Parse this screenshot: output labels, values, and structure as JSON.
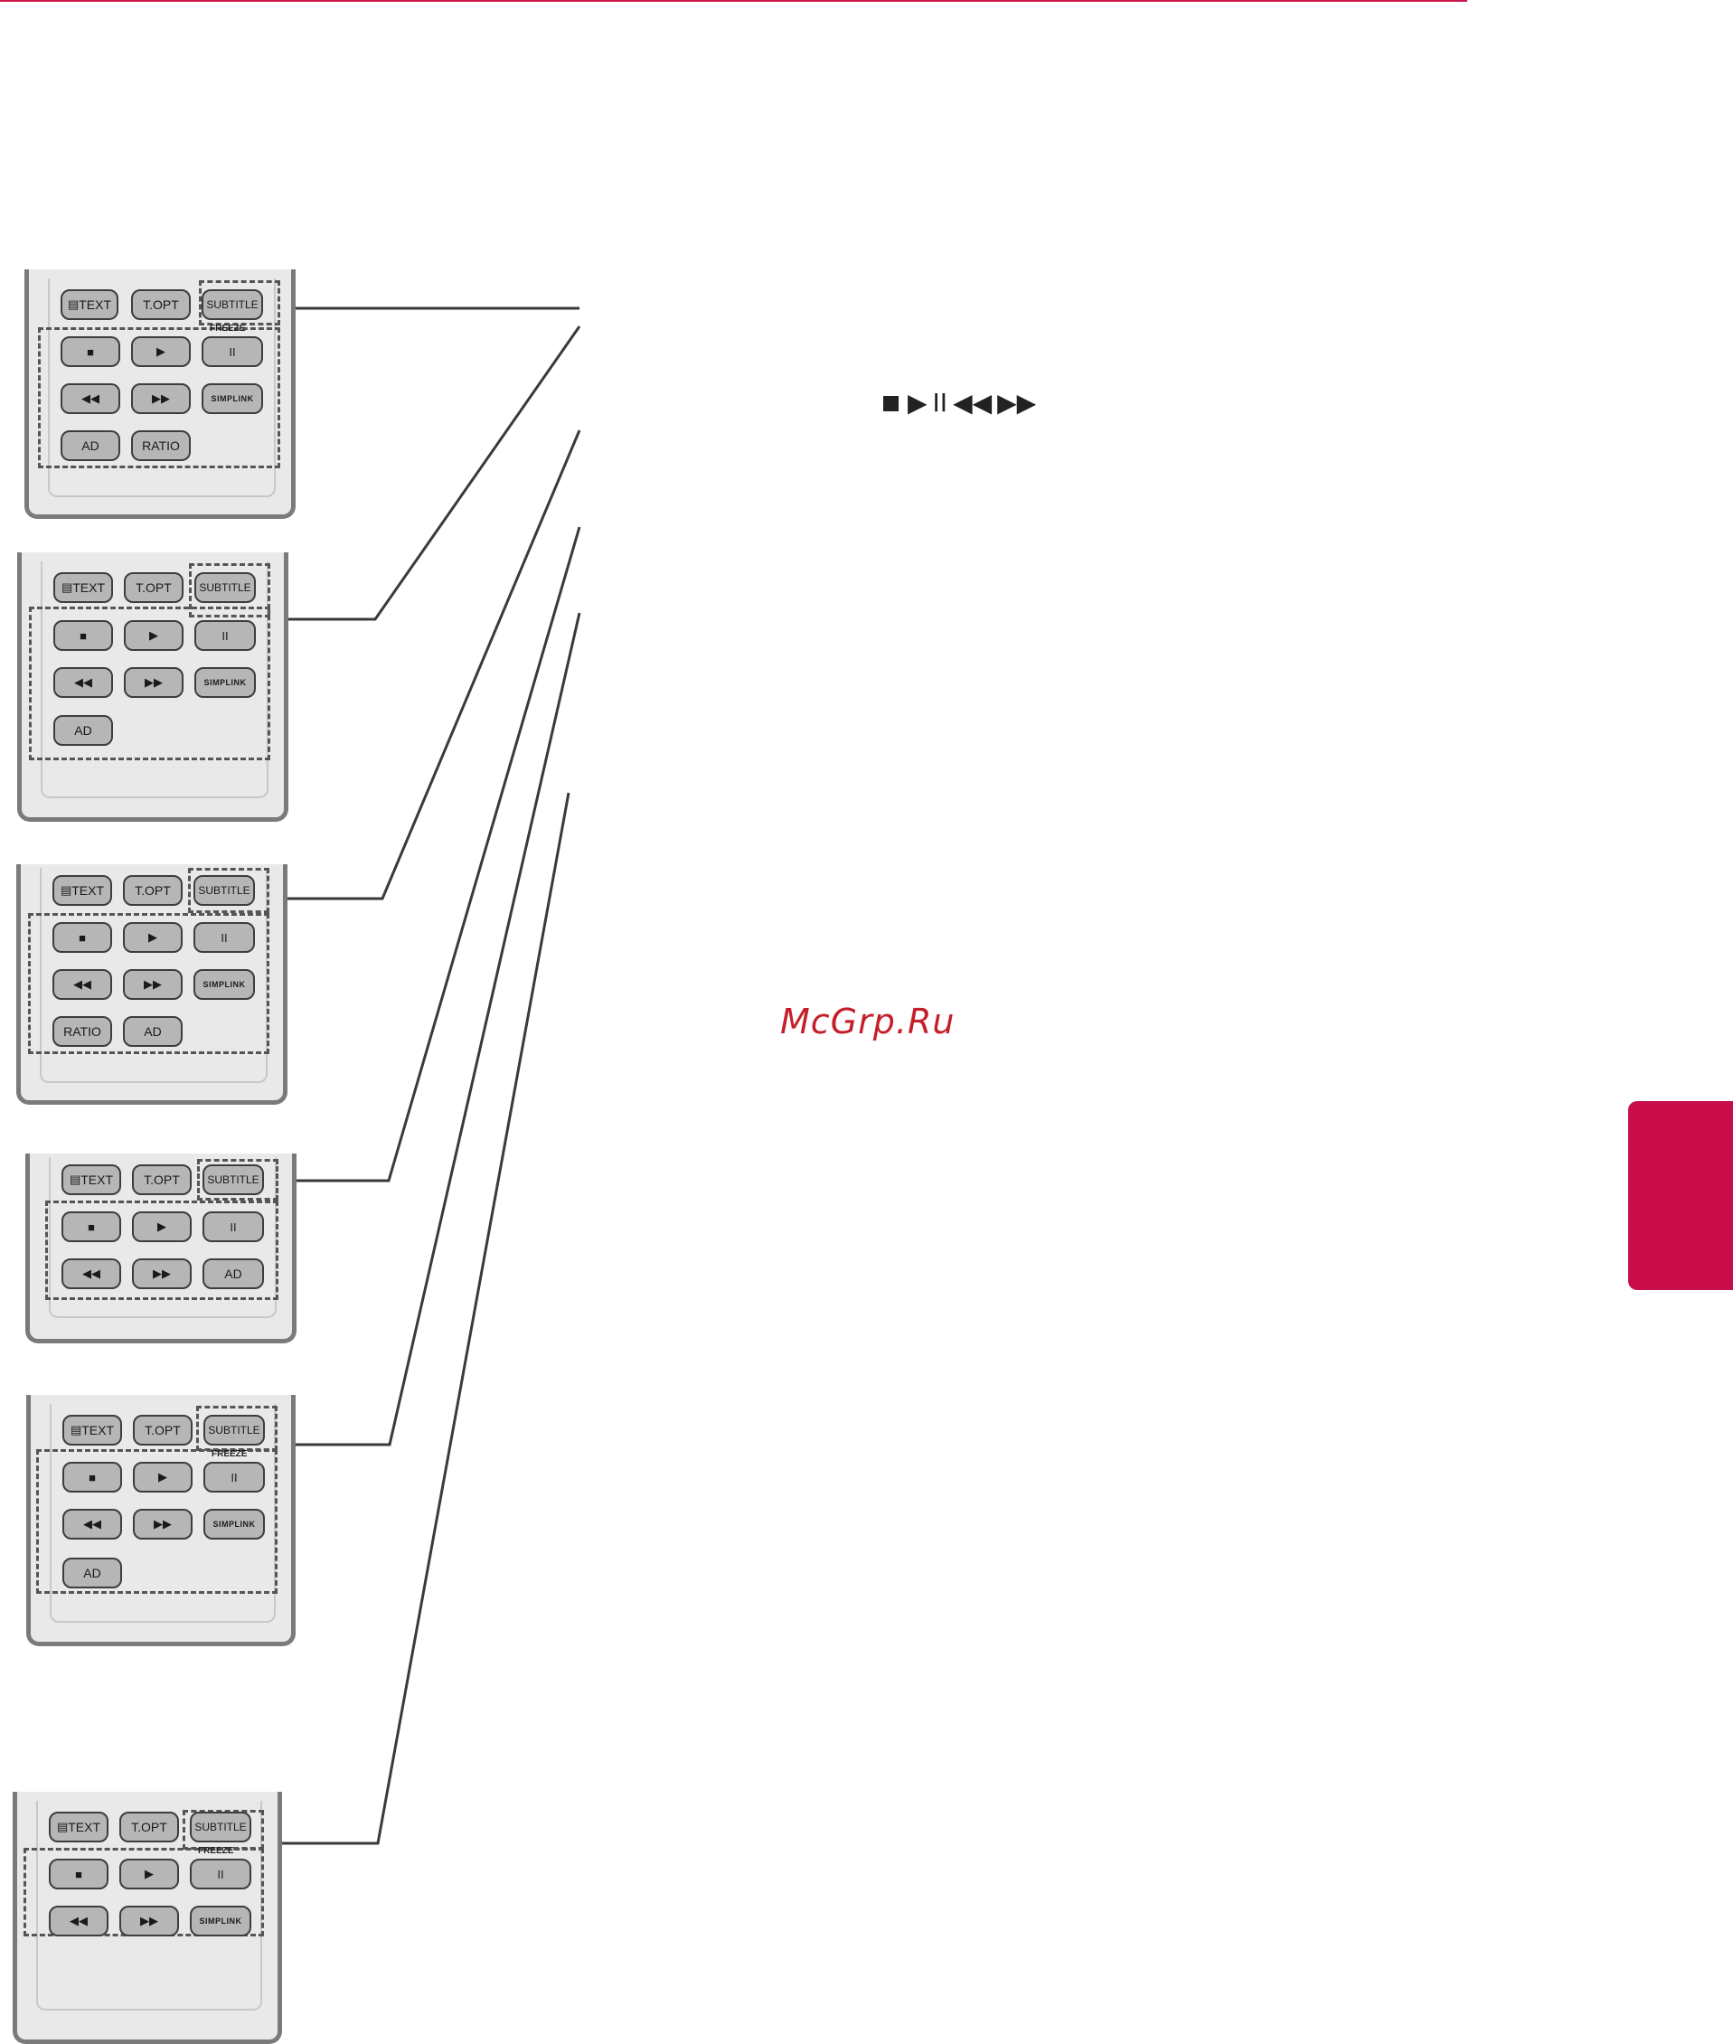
{
  "accent_color": "#c90d4b",
  "playback_glyphs": {
    "stop": "■",
    "play": "▶",
    "pause": "II",
    "rewind": "◀◀",
    "fast_forward": "▶▶"
  },
  "watermark": "McGrp.Ru",
  "buttons": {
    "text": "TEXT",
    "t_opt": "T.OPT",
    "subtitle": "SUBTITLE",
    "freeze": "FREEZE",
    "simplink": "SIMPLINK",
    "ad": "AD",
    "ratio": "RATIO",
    "stop_icon": "■",
    "play_icon": "▶",
    "pause_icon": "II",
    "rew_icon": "◀◀",
    "ff_icon": "▶▶",
    "text_icon": "▤"
  }
}
